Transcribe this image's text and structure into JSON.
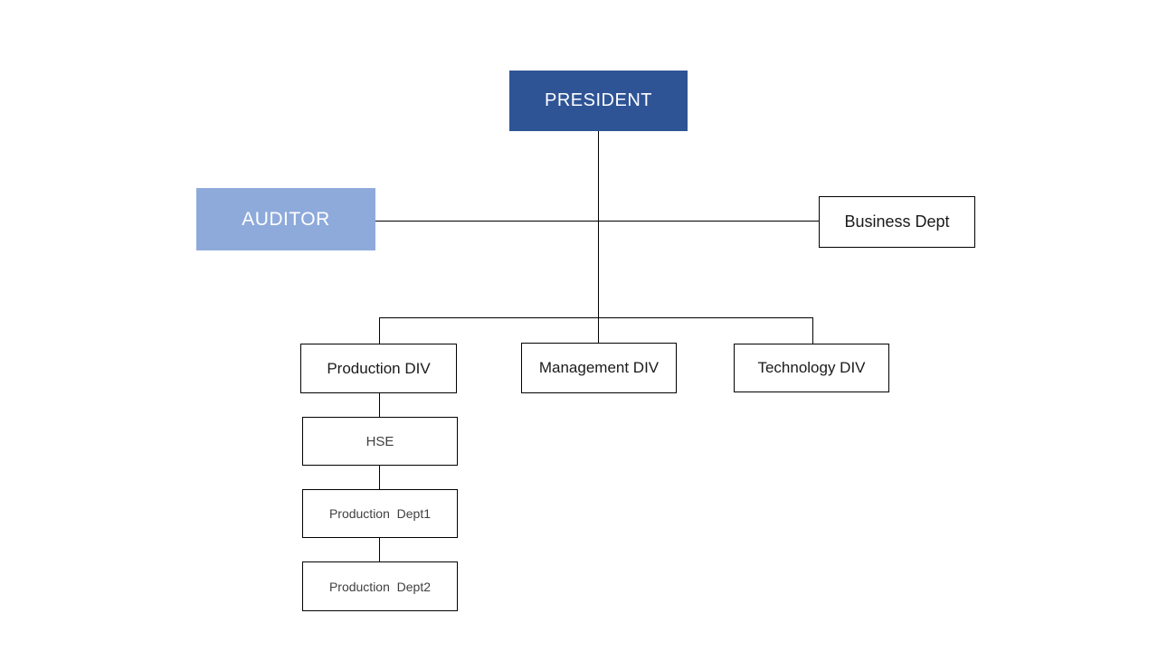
{
  "diagram": {
    "type": "org-chart",
    "colors": {
      "president_fill": "#2F5496",
      "president_text": "#FFFFFF",
      "auditor_fill": "#8EAADB",
      "auditor_text": "#FFFFFF",
      "box_fill": "#FFFFFF",
      "box_border": "#000000",
      "box_text": "#1A1A1A",
      "small_text": "#404040",
      "line_color": "#000000",
      "background": "#FFFFFF"
    },
    "nodes": {
      "president": {
        "label": "PRESIDENT"
      },
      "auditor": {
        "label": "AUDITOR"
      },
      "business_dept": {
        "label": "Business Dept"
      },
      "production_div": {
        "label": "Production DIV"
      },
      "management_div": {
        "label": "Management DIV"
      },
      "technology_div": {
        "label": "Technology DIV"
      },
      "hse": {
        "label": "HSE"
      },
      "production_dept1": {
        "label": "Production  Dept1"
      },
      "production_dept2": {
        "label": "Production  Dept2"
      }
    },
    "edges": [
      "president -> management_div (vertical trunk)",
      "auditor -> business_dept (horizontal, crosses trunk)",
      "trunk -> production_div",
      "trunk -> technology_div",
      "production_div -> hse",
      "hse -> production_dept1",
      "production_dept1 -> production_dept2"
    ]
  }
}
